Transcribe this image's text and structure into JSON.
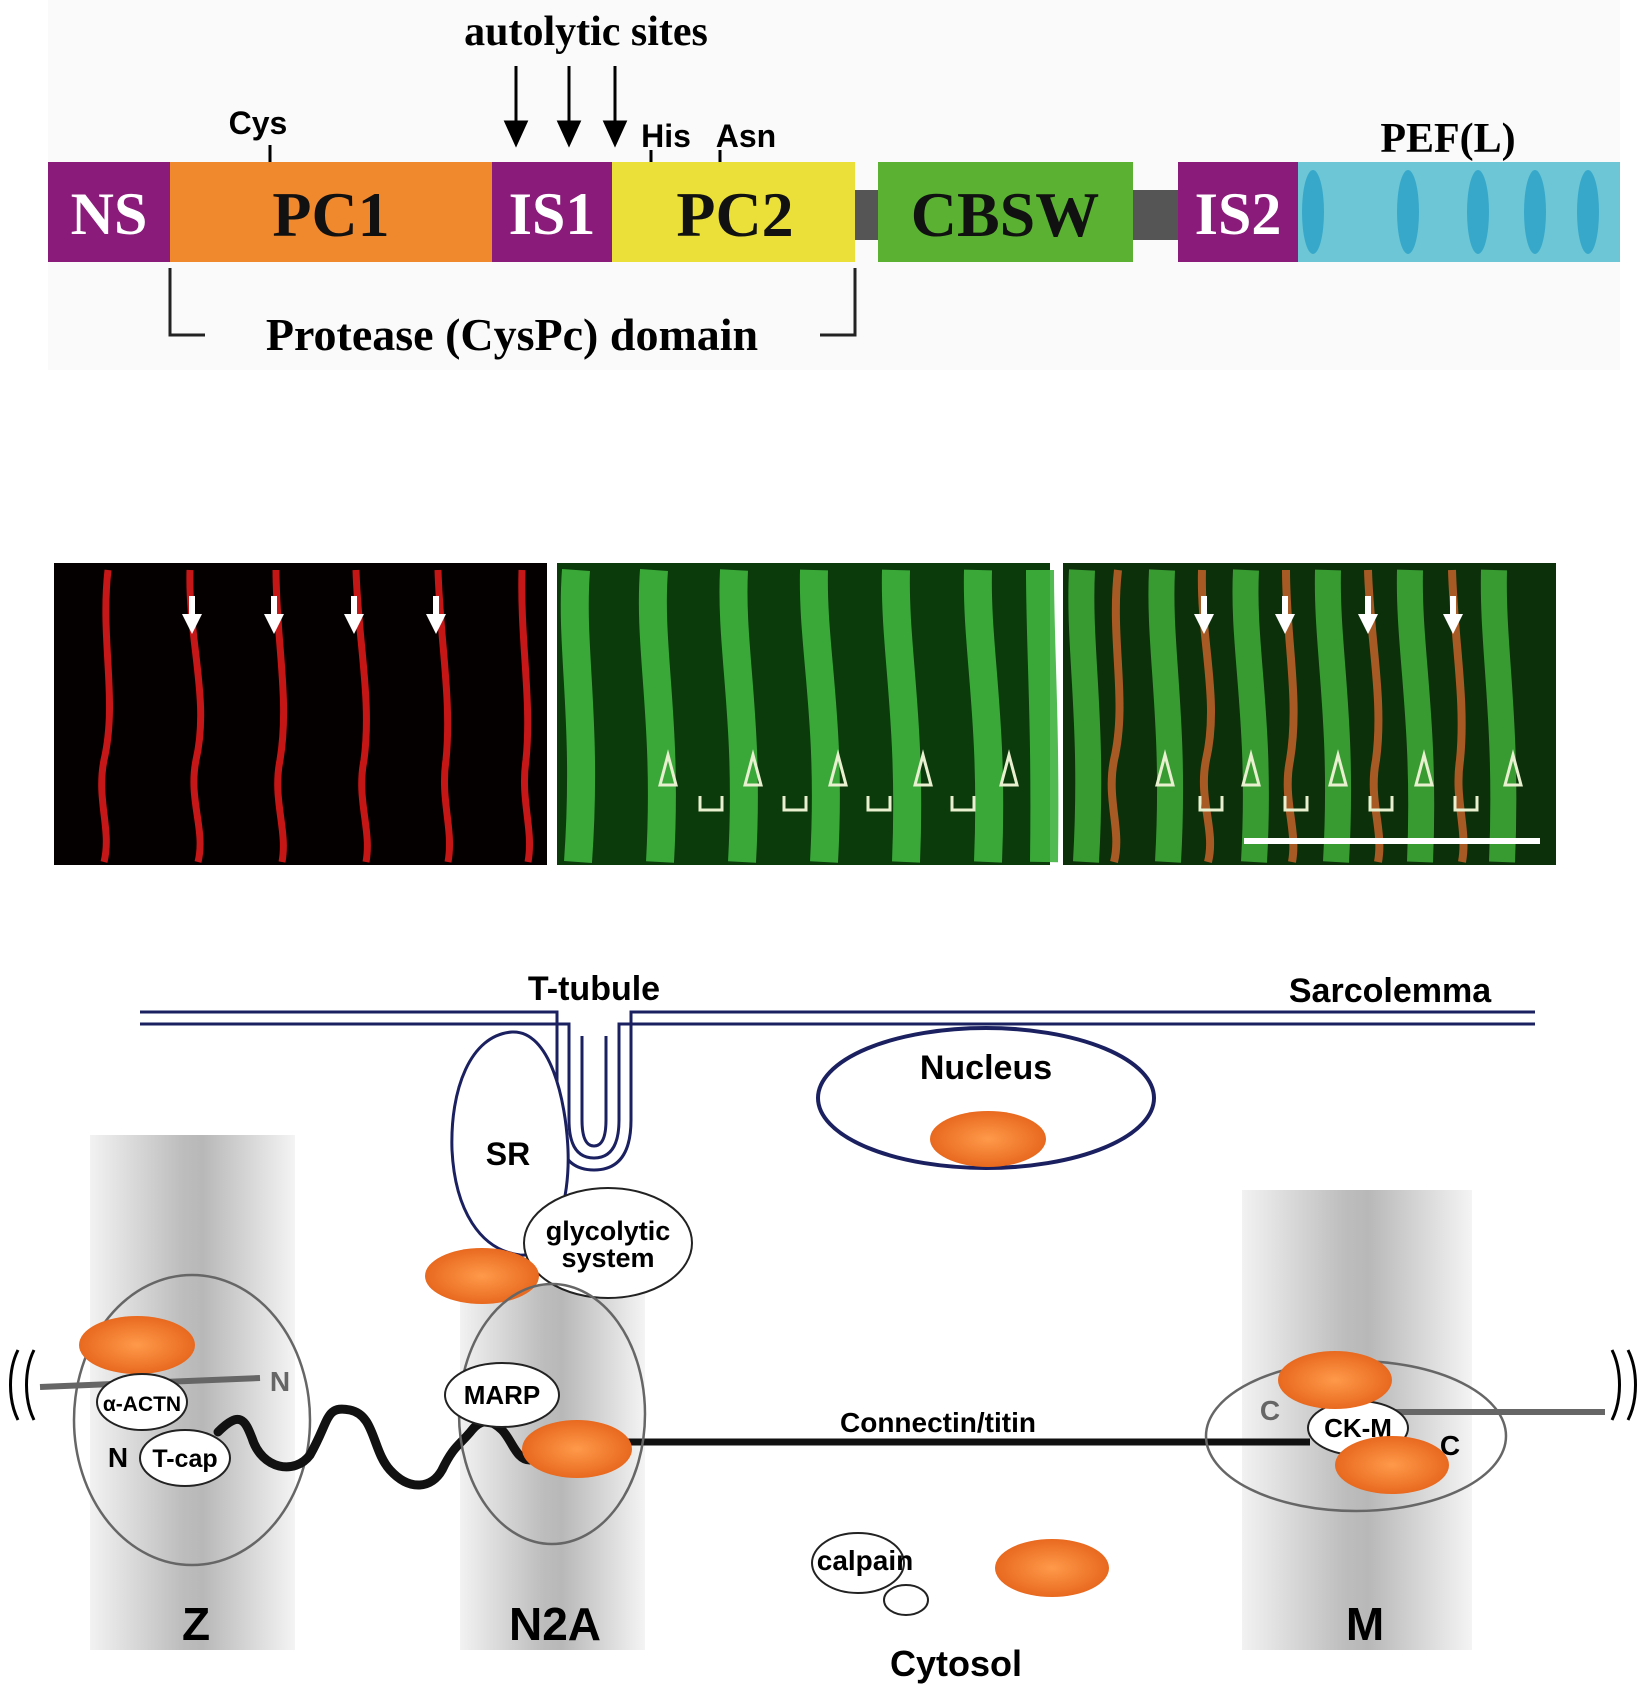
{
  "domain_panel": {
    "autolytic_label": "autolytic sites",
    "residues": {
      "cys": "Cys",
      "his": "His",
      "asn": "Asn"
    },
    "domains": {
      "ns": "NS",
      "pc1": "PC1",
      "is1": "IS1",
      "pc2": "PC2",
      "cbsw": "CBSW",
      "is2": "IS2",
      "pef": "PEF(L)"
    },
    "protease_label": "Protease (CysPc) domain",
    "colors": {
      "ns": "#8b1b7a",
      "pc1": "#f0882e",
      "is1": "#8b1b7a",
      "pc2": "#ebe03a",
      "linker": "#555555",
      "cbsw": "#5ab132",
      "is2": "#8b1b7a",
      "pef": "#6cc6d6",
      "pef_ovals": "#2fa3c8"
    }
  },
  "micrograph_panel": {
    "channels": [
      "red",
      "green",
      "merge"
    ]
  },
  "schematic": {
    "t_tubule": "T-tubule",
    "sarcolemma": "Sarcolemma",
    "nucleus": "Nucleus",
    "sr": "SR",
    "glycolytic_line1": "glycolytic",
    "glycolytic_line2": "system",
    "alpha_actn": "α-ACTN",
    "t_cap": "T-cap",
    "marp": "MARP",
    "connectin": "Connectin/titin",
    "ck_m": "CK-M",
    "n_label_1": "N",
    "n_label_2": "N",
    "c_label_1": "C",
    "c_label_2": "C",
    "calpain": "calpain",
    "z": "Z",
    "n2a": "N2A",
    "m": "M",
    "cytosol": "Cytosol",
    "colors": {
      "membrane": "#1a2060",
      "calpain_oval": "#f07a2c",
      "titin": "#111111"
    }
  }
}
